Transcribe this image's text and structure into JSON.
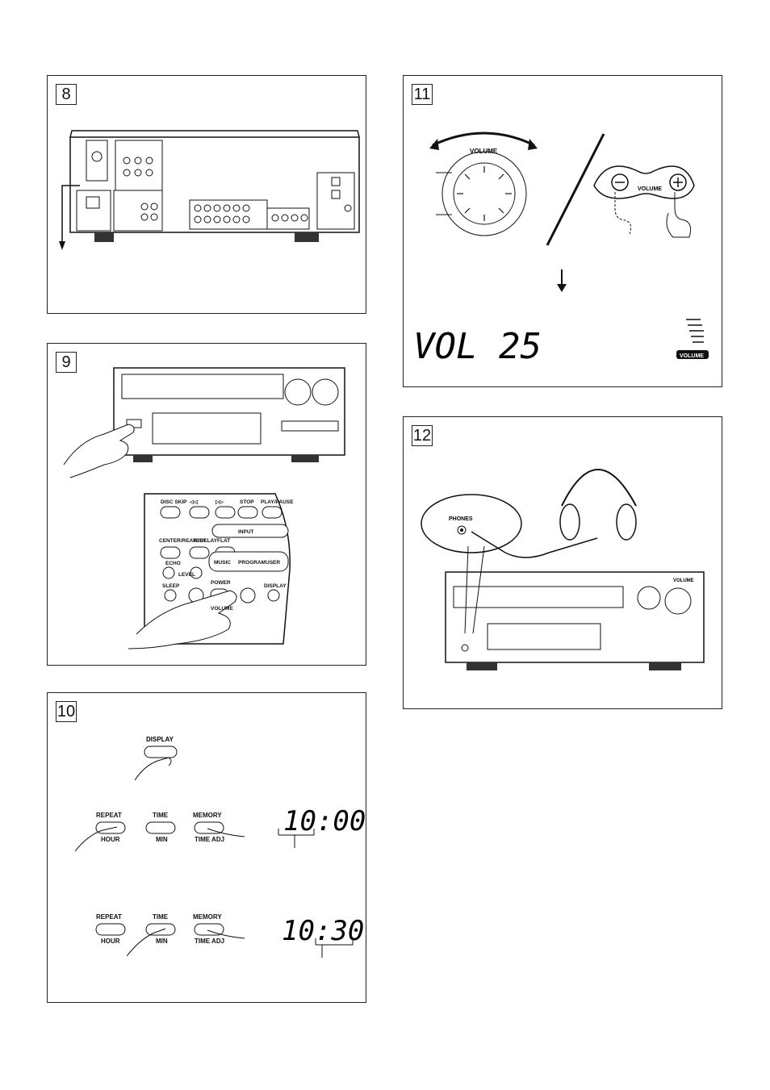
{
  "steps": {
    "s8": "8",
    "s9": "9",
    "s10": "10",
    "s11": "11",
    "s12": "12"
  },
  "panel11": {
    "knob_label": "VOLUME",
    "button_label": "VOLUME",
    "display_text": "VOL  25",
    "badge": "VOLUME"
  },
  "panel12": {
    "jack_label": "PHONES",
    "front_label": "VOLUME"
  },
  "remote": {
    "row1": [
      "DISC SKIP",
      "◁◁",
      "▷▷",
      "STOP",
      "PLAY/PAUSE"
    ],
    "input_label": "INPUT",
    "row2": [
      "CENTER/REAR /DELAY",
      "TEST",
      "FLAT"
    ],
    "echo": "ECHO",
    "level": "LEVEL",
    "row3": [
      "MUSIC",
      "PROGRAM",
      "USER"
    ],
    "sleep": "SLEEP",
    "power": "POWER",
    "volume": "VOLUME",
    "display": "DISPLAY"
  },
  "panel10": {
    "display_btn": "DISPLAY",
    "repeat": "REPEAT",
    "hour": "HOUR",
    "time": "TIME",
    "min": "MIN",
    "memory": "MEMORY",
    "time_adj": "TIME ADJ",
    "clock1": "10:00",
    "clock2": "10:30"
  }
}
